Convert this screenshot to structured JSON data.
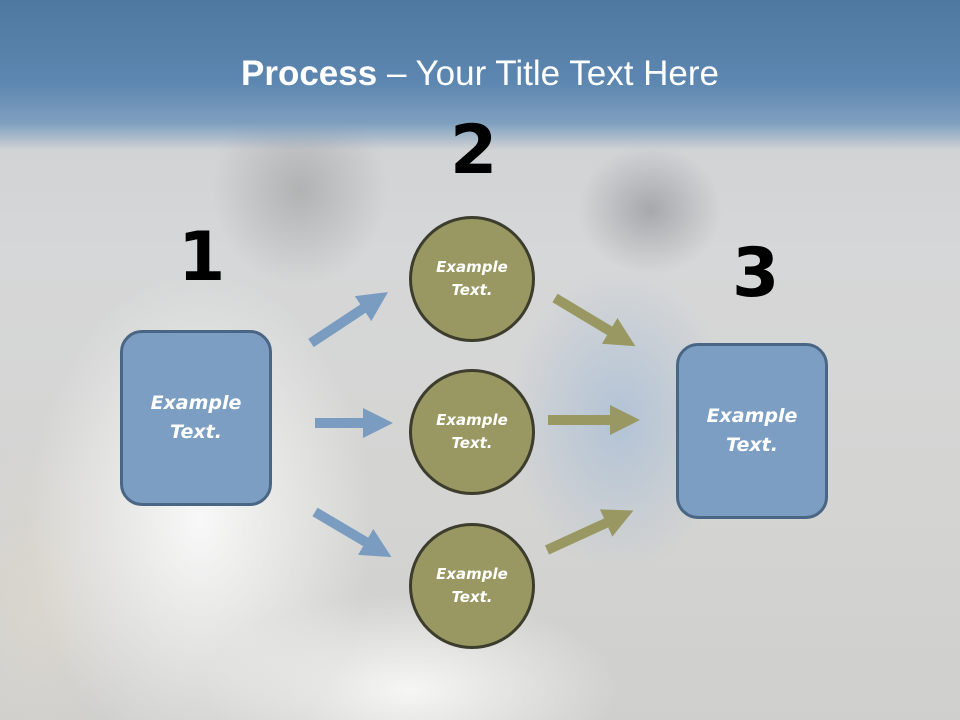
{
  "slide": {
    "title_bold": "Process",
    "title_rest": " – Your Title Text Here"
  },
  "steps": {
    "one": "1",
    "two": "2",
    "three": "3"
  },
  "nodes": {
    "left_box": "Example Text.",
    "circle_top": "Example Text.",
    "circle_middle": "Example Text.",
    "circle_bottom": "Example Text.",
    "right_box": "Example Text."
  },
  "colors": {
    "title_band": "#5d87b0",
    "box_fill": "#7c9ec2",
    "box_border": "#4a6685",
    "circle_fill": "#999863",
    "circle_border": "#3c3d2c",
    "arrow_blue": "#7a9cc0",
    "arrow_olive": "#999863"
  }
}
